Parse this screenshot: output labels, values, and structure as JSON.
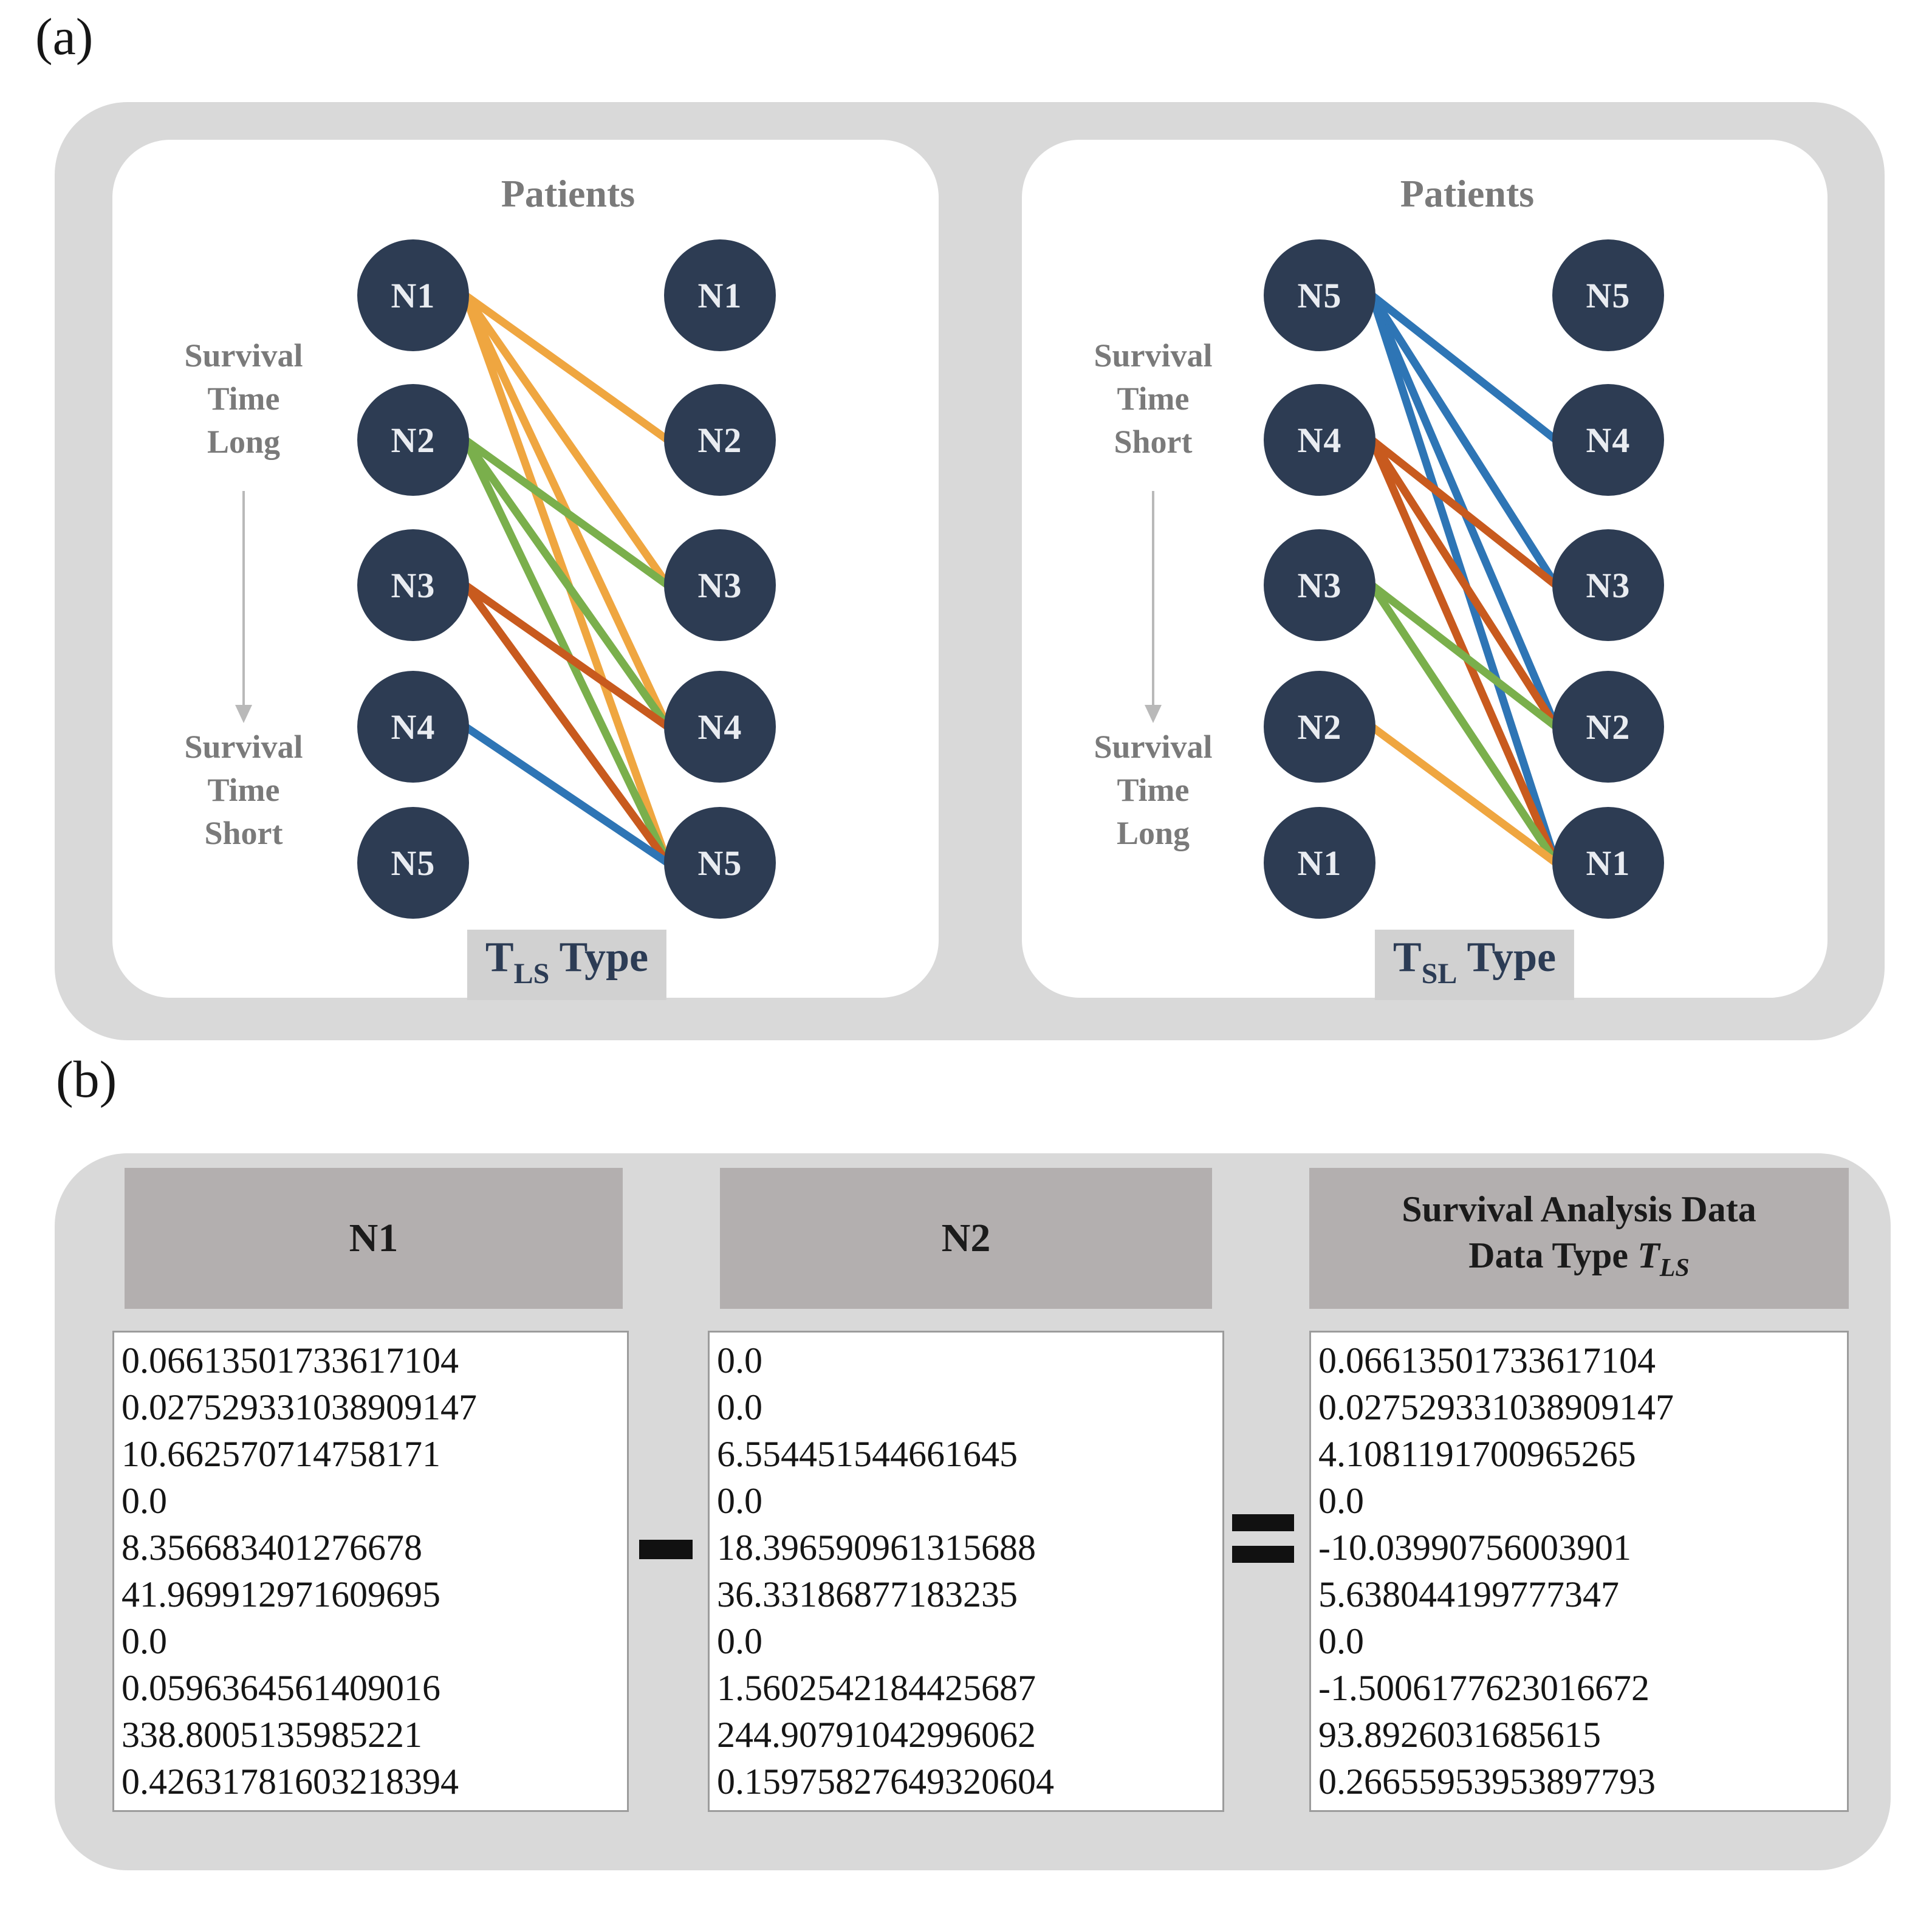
{
  "labels": {
    "a": "(a)",
    "b": "(b)"
  },
  "colors": {
    "panel_bg": "#d9d9d9",
    "card_bg": "#ffffff",
    "node_fill": "#2d3c53",
    "node_text": "#e9ecf1",
    "muted_text": "#7a7a7a",
    "type_text": "#2c3c55",
    "type_bg": "#d1d1d1",
    "header_bg": "#b3afaf",
    "header_text": "#1b1b1b",
    "value_text": "#151515",
    "operator_color": "#111111",
    "edge_amber": "#efa640",
    "edge_green": "#7aaf4c",
    "edge_rust": "#c85a1e",
    "edge_blue": "#2e75b5"
  },
  "panels": [
    {
      "title": "Patients",
      "side_top": [
        "Survival",
        "Time",
        "Long"
      ],
      "side_bottom": [
        "Survival",
        "Time",
        "Short"
      ],
      "left_nodes": [
        "N1",
        "N2",
        "N3",
        "N4",
        "N5"
      ],
      "right_nodes": [
        "N1",
        "N2",
        "N3",
        "N4",
        "N5"
      ],
      "edges": [
        [
          0,
          1,
          "amber"
        ],
        [
          0,
          2,
          "amber"
        ],
        [
          0,
          3,
          "amber"
        ],
        [
          0,
          4,
          "amber"
        ],
        [
          1,
          2,
          "green"
        ],
        [
          1,
          3,
          "green"
        ],
        [
          1,
          4,
          "green"
        ],
        [
          2,
          3,
          "rust"
        ],
        [
          2,
          4,
          "rust"
        ],
        [
          3,
          4,
          "blue"
        ]
      ],
      "type_label": {
        "main": "T",
        "sub": "LS",
        "rest": " Type"
      }
    },
    {
      "title": "Patients",
      "side_top": [
        "Survival",
        "Time",
        "Short"
      ],
      "side_bottom": [
        "Survival",
        "Time",
        "Long"
      ],
      "left_nodes": [
        "N5",
        "N4",
        "N3",
        "N2",
        "N1"
      ],
      "right_nodes": [
        "N5",
        "N4",
        "N3",
        "N2",
        "N1"
      ],
      "edges": [
        [
          0,
          1,
          "blue"
        ],
        [
          0,
          2,
          "blue"
        ],
        [
          0,
          3,
          "blue"
        ],
        [
          0,
          4,
          "blue"
        ],
        [
          1,
          2,
          "rust"
        ],
        [
          1,
          3,
          "rust"
        ],
        [
          1,
          4,
          "rust"
        ],
        [
          2,
          3,
          "green"
        ],
        [
          2,
          4,
          "green"
        ],
        [
          3,
          4,
          "amber"
        ]
      ],
      "type_label": {
        "main": "T",
        "sub": "SL",
        "rest": " Type"
      }
    }
  ],
  "equation": {
    "minus": "−",
    "equals": "=",
    "columns": [
      {
        "header": "N1",
        "values": [
          "0.06613501733617104",
          "0.027529331038909147",
          "10.662570714758171",
          "0.0",
          "8.356683401276678",
          "41.969912971609695",
          "0.0",
          "0.0596364561409016",
          "338.8005135985221",
          "0.42631781603218394"
        ]
      },
      {
        "header": "N2",
        "values": [
          "0.0",
          "0.0",
          "6.554451544661645",
          "0.0",
          "18.396590961315688",
          "36.33186877183235",
          "0.0",
          "1.5602542184425687",
          "244.90791042996062",
          "0.15975827649320604"
        ]
      },
      {
        "header_line1": "Survival Analysis Data",
        "header_line2_prefix": "Data Type ",
        "header_symbol": "T",
        "header_symbol_sub": "LS",
        "values": [
          "0.06613501733617104",
          "0.027529331038909147",
          "4.1081191700965265",
          "0.0",
          "-10.03990756003901",
          "5.638044199777347",
          "0.0",
          "-1.5006177623016672",
          "93.8926031685615",
          "0.26655953953897793"
        ]
      }
    ]
  }
}
